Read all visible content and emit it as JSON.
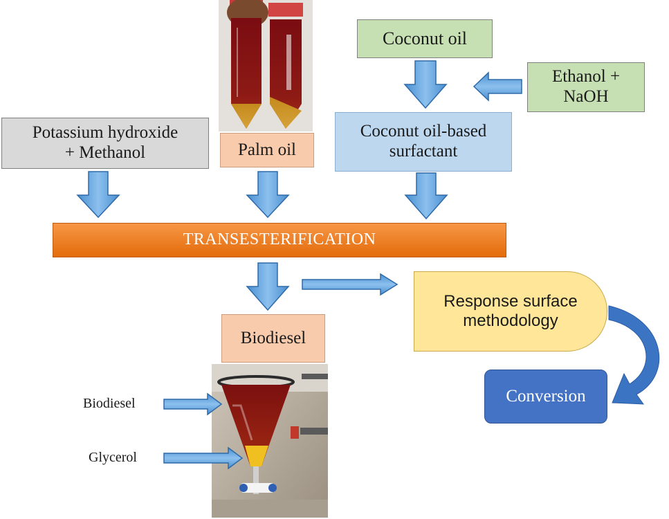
{
  "nodes": {
    "coconut_oil": "Coconut oil",
    "ethanol_naoh": [
      "Ethanol +",
      "NaOH"
    ],
    "coconut_surfactant": [
      "Coconut oil-based",
      "surfactant"
    ],
    "potassium_methanol": [
      "Potassium hydroxide",
      "+ Methanol"
    ],
    "palm_oil": "Palm oil",
    "transesterification": "TRANSESTERIFICATION",
    "biodiesel": "Biodiesel",
    "rsm": [
      "Response surface",
      "methodology"
    ],
    "conversion": "Conversion"
  },
  "photo_labels": {
    "biodiesel_layer": "Biodiesel",
    "glycerol_layer": "Glycerol"
  },
  "colors": {
    "green_box": "#c6e0b4",
    "grey_box": "#d9d9d9",
    "salmon_box": "#f8cbad",
    "blue_box": "#bdd7ee",
    "orange_bar": "#f4832a",
    "yellow_shape": "#ffe699",
    "conversion_box": "#4472c4",
    "arrow_fill": "#5b9bd5"
  }
}
